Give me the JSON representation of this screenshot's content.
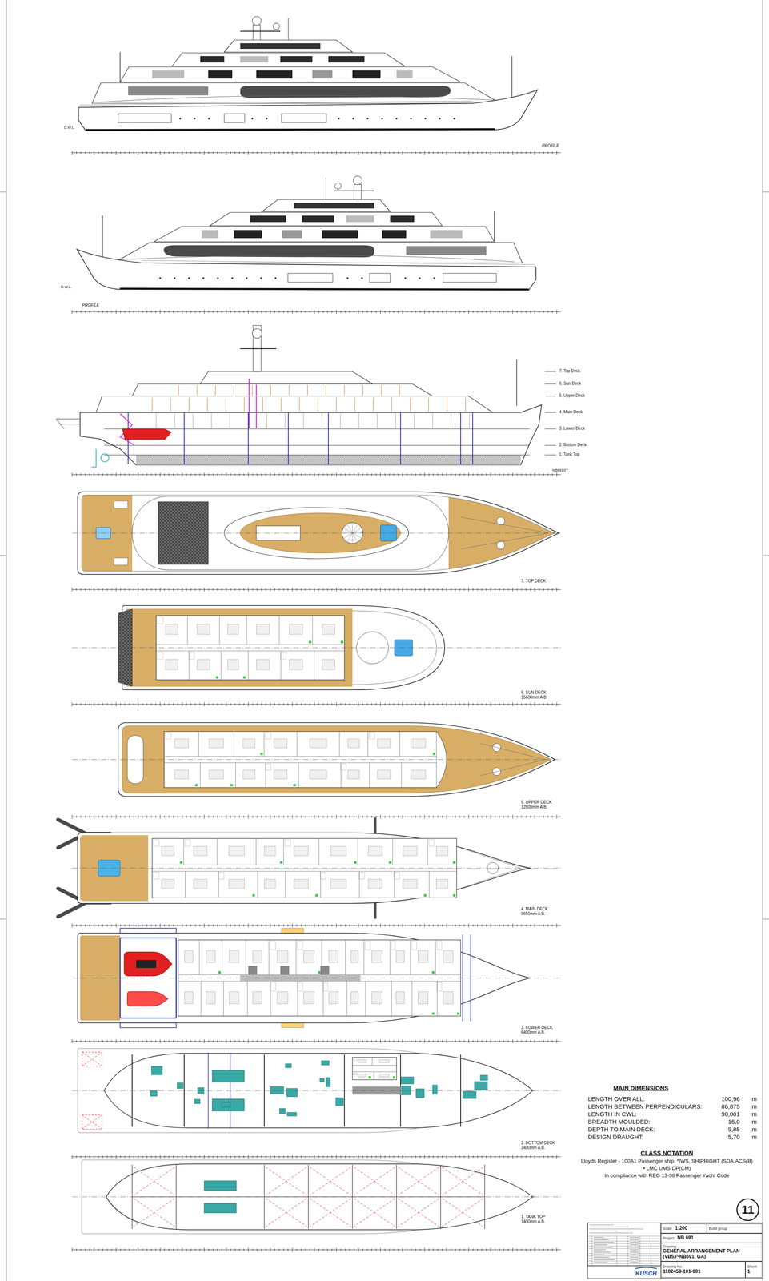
{
  "diagram": {
    "nodes": [
      {
        "text": [
          "11"
        ]
      },
      {
        "text": [
          "Scale",
          "1:200"
        ]
      },
      {
        "text": [
          "Build group"
        ]
      },
      {
        "text": [
          "Project",
          "NB 691"
        ]
      },
      {
        "text": [
          "Drawing",
          "GENERAL ARRANGEMENT PLAN (VB53~NB691_GA)"
        ]
      },
      {
        "text": [
          "Drawing No.",
          "1102458-101-001"
        ]
      },
      {
        "text": [
          "Sheet",
          "1"
        ]
      },
      {
        "text": [
          "KUSCH"
        ]
      }
    ],
    "labels": [
      "PROFILE",
      "D.W.L.",
      "PROFILE",
      "D.W.L.",
      "7. Top Deck",
      "6. Sun Deck",
      "5. Upper Deck",
      "4. Main Deck",
      "3. Lower Deck",
      "2. Bottom Deck",
      "1. Tank Top",
      "NB691ST",
      "7. TOP DECK",
      "6. SUN DECK 15600mm A.B.",
      "5. UPPER DECK 12800mm A.B.",
      "4. MAIN DECK 9650mm A.B.",
      "3. LOWER DECK 6400mm A.B.",
      "2. BOTTOM DECK 3400mm A.B.",
      "1. TANK TOP 1400mm A.B.",
      "MAIN DIMENSIONS",
      "LENGTH OVER ALL:",
      "100,96",
      "m",
      "LENGTH BETWEEN PERPENDICULARS:",
      "86,875",
      "m",
      "LENGTH IN CWL:",
      "90,081",
      "m",
      "BREADTH MOULDED:",
      "16,0",
      "m",
      "DEPTH TO MAIN DECK:",
      "9,85",
      "m",
      "DESIGN DRAUGHT:",
      "5,70",
      "m",
      "CLASS NOTATION",
      "Lloyds Register - 100A1 Passenger ship, *IWS, SHIPRIGHT (SDA,ACS(B)",
      "• LMC UMS DP(CM)",
      "In compliance with REG 13-36 Passenger Yacht Code"
    ]
  }
}
